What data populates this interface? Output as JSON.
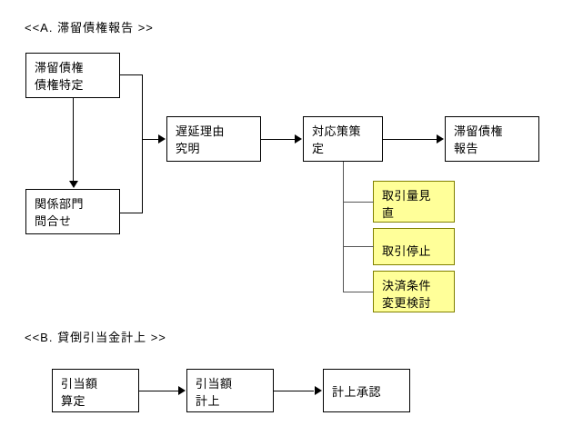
{
  "diagram": {
    "title_a": "<<A.  滞留債権報告 >>",
    "title_b": "<<B.  貸倒引当金計上 >>",
    "colors": {
      "action_fill": "#ffff99",
      "action_border": "#808000",
      "node_border": "#000000",
      "line": "#000000",
      "background": "#ffffff"
    },
    "section_a": {
      "nodes": [
        {
          "id": "taiRyu_tokutei",
          "label": "滞留債権\n債権特定",
          "type": "process"
        },
        {
          "id": "kankei_bumon",
          "label": "関係部門\n問合せ",
          "type": "process"
        },
        {
          "id": "chien_riyuu",
          "label": "遅延理由\n究明",
          "type": "process"
        },
        {
          "id": "taiousaku",
          "label": "対応策策\n定",
          "type": "process"
        },
        {
          "id": "taiRyu_houkoku",
          "label": "滞留債権\n報告",
          "type": "process"
        }
      ],
      "actions": [
        {
          "id": "torihiki_ryou",
          "label": "取引量見\n直",
          "type": "action"
        },
        {
          "id": "torihiki_teishi",
          "label": "取引停止",
          "type": "action"
        },
        {
          "id": "kessai_jouken",
          "label": "決済条件\n変更検討",
          "type": "action"
        }
      ]
    },
    "section_b": {
      "nodes": [
        {
          "id": "hikiate_santei",
          "label": "引当額\n算定",
          "type": "process"
        },
        {
          "id": "hikiate_keijou",
          "label": "引当額\n計上",
          "type": "process"
        },
        {
          "id": "keijou_shounin",
          "label": "計上承認",
          "type": "process"
        }
      ]
    }
  }
}
